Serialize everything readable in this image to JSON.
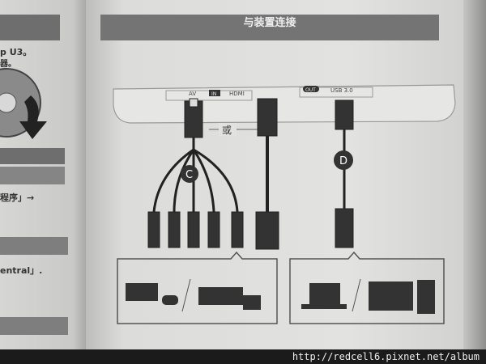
{
  "left_page": {
    "line1": "p U3。",
    "line2": "器。",
    "line3": "程序」→",
    "line4": "entral」."
  },
  "title": "与装置连接",
  "device": {
    "av": "AV",
    "in": "IN",
    "hdmi": "HDMI",
    "out": "OUT",
    "usb": "USB 3.0"
  },
  "or_label": "或",
  "markers": {
    "c": "C",
    "d": "D"
  },
  "watermark": "http://redcell6.pixnet.net/album"
}
